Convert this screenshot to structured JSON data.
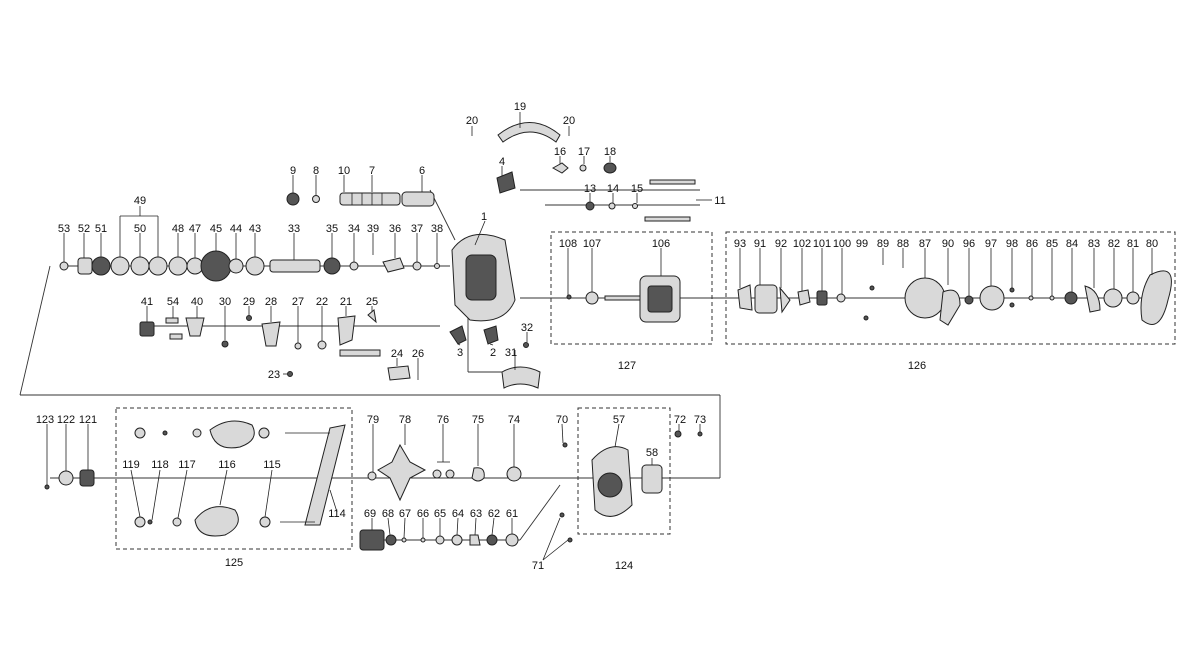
{
  "diagram": {
    "title": "",
    "caption_partial": "",
    "labels": {
      "p1": "1",
      "p2": "2",
      "p3": "3",
      "p4": "4",
      "p6": "6",
      "p7": "7",
      "p8": "8",
      "p9": "9",
      "p10": "10",
      "p11": "11",
      "p13": "13",
      "p14": "14",
      "p15": "15",
      "p16": "16",
      "p17": "17",
      "p18": "18",
      "p19": "19",
      "p20a": "20",
      "p20b": "20",
      "p21": "21",
      "p22": "22",
      "p23": "23",
      "p24": "24",
      "p25": "25",
      "p26": "26",
      "p27": "27",
      "p28": "28",
      "p29": "29",
      "p30": "30",
      "p31": "31",
      "p32": "32",
      "p33": "33",
      "p34": "34",
      "p35": "35",
      "p36": "36",
      "p37": "37",
      "p38": "38",
      "p39": "39",
      "p40": "40",
      "p41": "41",
      "p43": "43",
      "p44": "44",
      "p45": "45",
      "p47": "47",
      "p48": "48",
      "p49": "49",
      "p50": "50",
      "p51": "51",
      "p52": "52",
      "p53": "53",
      "p54": "54",
      "p57": "57",
      "p58": "58",
      "p61": "61",
      "p62": "62",
      "p63": "63",
      "p64": "64",
      "p65": "65",
      "p66": "66",
      "p67": "67",
      "p68": "68",
      "p69": "69",
      "p70": "70",
      "p71": "71",
      "p72": "72",
      "p73": "73",
      "p74": "74",
      "p75": "75",
      "p76": "76",
      "p78": "78",
      "p79": "79",
      "p80": "80",
      "p81": "81",
      "p82": "82",
      "p83": "83",
      "p84": "84",
      "p85": "85",
      "p86": "86",
      "p87": "87",
      "p88": "88",
      "p89": "89",
      "p90": "90",
      "p91": "91",
      "p92": "92",
      "p93": "93",
      "p96": "96",
      "p97": "97",
      "p98": "98",
      "p99": "99",
      "p100": "100",
      "p101": "101",
      "p102": "102",
      "p106": "106",
      "p107": "107",
      "p108": "108",
      "p114": "114",
      "p115": "115",
      "p116": "116",
      "p117": "117",
      "p118": "118",
      "p119": "119",
      "p121": "121",
      "p122": "122",
      "p123": "123",
      "p124": "124",
      "p125": "125",
      "p126": "126",
      "p127": "127"
    }
  }
}
